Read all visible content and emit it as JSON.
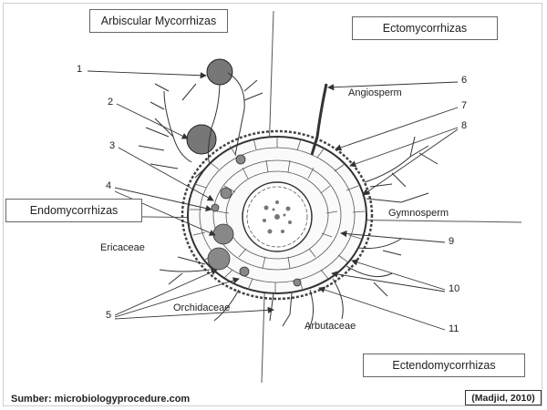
{
  "quadrants": {
    "arbuscular": "Arbiscular Mycorrhizas",
    "ecto": "Ectomycorrhizas",
    "endo": "Endomycorrhizas",
    "ectendo": "Ectendomycorrhizas"
  },
  "plant_labels": {
    "angiosperm": "Angiosperm",
    "gymnosperm": "Gymnosperm",
    "ericaceae": "Ericaceae",
    "orchidaceae": "Orchidaceae",
    "arbutaceae": "Arbutaceae"
  },
  "numbers": [
    "1",
    "2",
    "3",
    "4",
    "5",
    "6",
    "7",
    "8",
    "9",
    "10",
    "11"
  ],
  "footer": {
    "source": "Sumber: microbiologyprocedure.com",
    "citation": "(Madjid, 2010)"
  }
}
